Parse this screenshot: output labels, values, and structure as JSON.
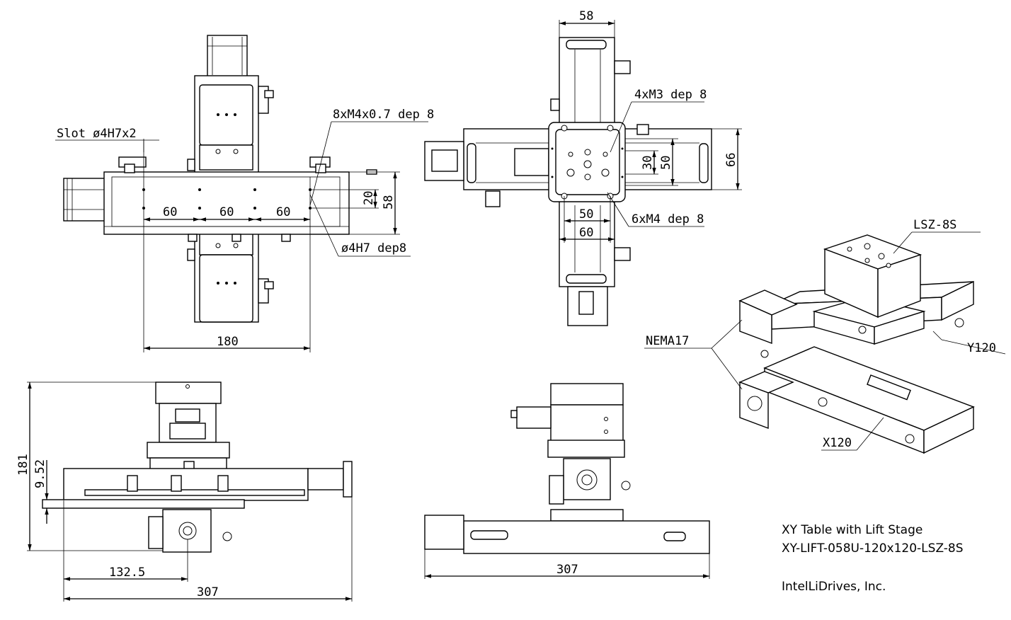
{
  "title_block": {
    "line1": "XY Table with Lift Stage",
    "line2": "XY-LIFT-058U-120x120-LSZ-8S",
    "company": "IntelLiDrives, Inc."
  },
  "callouts": {
    "slot": "Slot ø4H7x2",
    "tap_m4x07": "8xM4x0.7 dep 8",
    "bore": "ø4H7 dep8",
    "tap_m3": "4xM3 dep 8",
    "tap_m4": "6xM4 dep 8",
    "lsz": "LSZ-8S",
    "nema": "NEMA17",
    "y120": "Y120",
    "x120": "X120"
  },
  "dims": {
    "d60_a": "60",
    "d60_b": "60",
    "d60_c": "60",
    "d20": "20",
    "d58_side": "58",
    "d180": "180",
    "d58_top": "58",
    "d30": "30",
    "d50_v": "50",
    "d66": "66",
    "d50_h": "50",
    "d60_h": "60",
    "d181": "181",
    "d952": "9.52",
    "d1325": "132.5",
    "d307_left": "307",
    "d307_mid": "307"
  }
}
